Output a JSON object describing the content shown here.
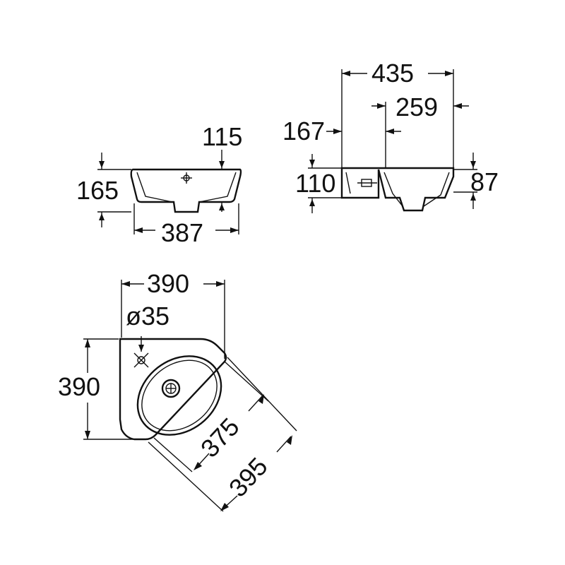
{
  "front_view": {
    "dim_top": "115",
    "dim_left": "165",
    "dim_bottom": "387"
  },
  "side_view": {
    "dim_top": "435",
    "dim_second": "259",
    "dim_left": "167",
    "dim_height_left": "110",
    "dim_height_right": "87"
  },
  "plan_view": {
    "dim_top": "390",
    "dim_hole": "ø35",
    "dim_left": "390",
    "dim_diag_inner": "375",
    "dim_diag_outer": "395"
  },
  "colors": {
    "line": "#111111",
    "background": "#ffffff"
  }
}
